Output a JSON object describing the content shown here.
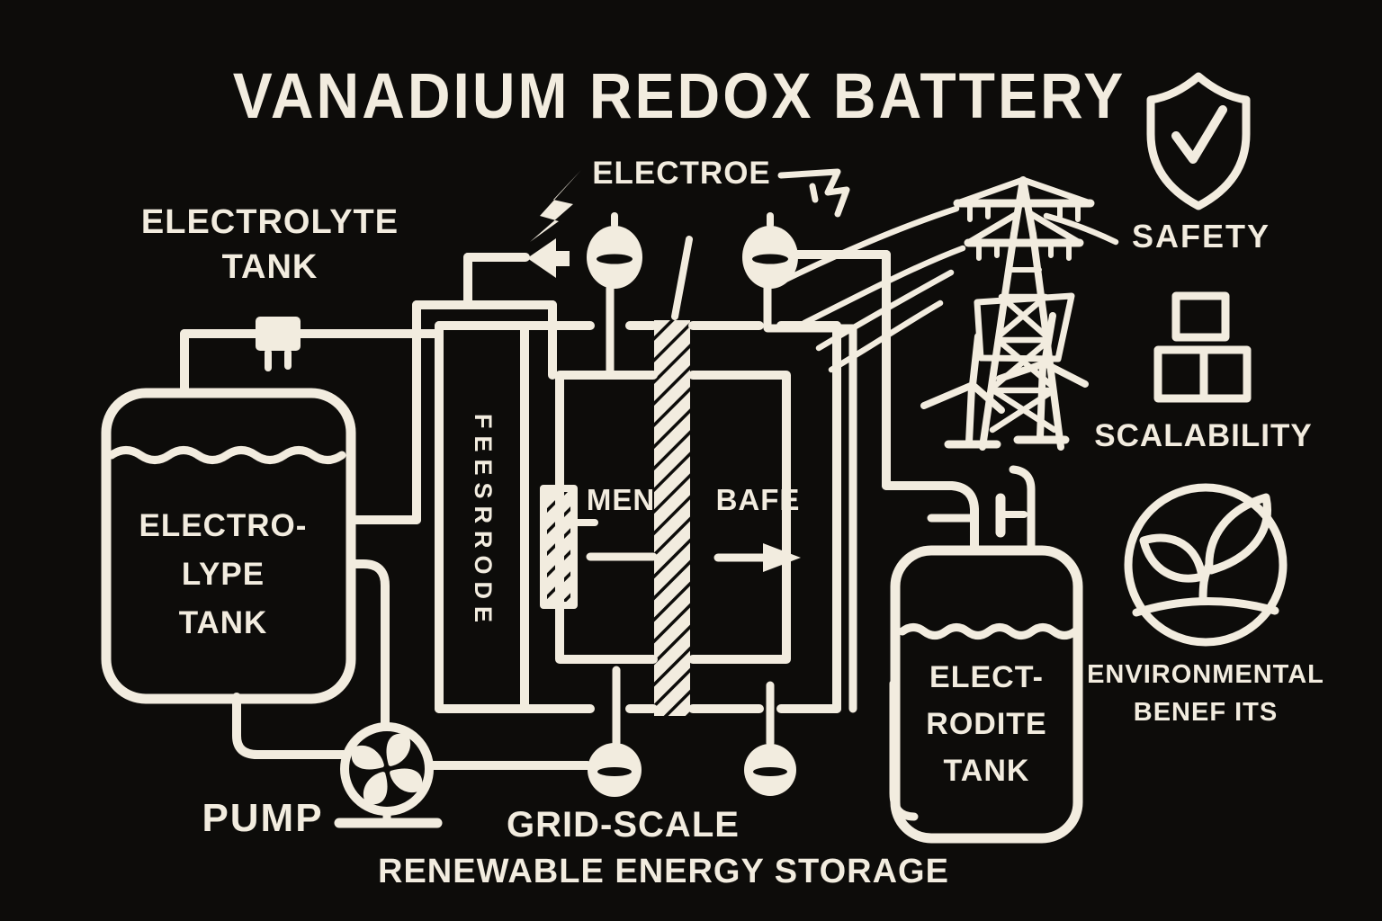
{
  "colors": {
    "background": "#0d0c0a",
    "ink": "#f2ecdf"
  },
  "title": "VANADIUM REDOX BATTERY",
  "left_tank": {
    "label": [
      "ELECTROLYTE",
      "TANK"
    ],
    "body": [
      "ELECTRO-",
      "LYPE",
      "TANK"
    ]
  },
  "cell": {
    "top_label": "ELECTROE",
    "side_label": "FEESRRODE",
    "left_label": "MEN",
    "right_label": "BAFE"
  },
  "right_tank": {
    "body": [
      "ELECT-",
      "RODITE",
      "TANK"
    ]
  },
  "pump_label": "PUMP",
  "footer": {
    "line1": "GRID-SCALE",
    "line2": "RENEWABLE ENERGY STORAGE"
  },
  "features": {
    "safety": "SAFETY",
    "scalability": "SCALABILITY",
    "environmental": [
      "ENVIRONMENTAL",
      "BENEF ITS"
    ]
  },
  "icons": [
    "lightning-bolt-icon",
    "left-arrow-icon",
    "valve-icon",
    "pump-circle-icon",
    "membrane-hatch-icon",
    "electrode-plate-icon",
    "flow-arrow-icon",
    "fan-pump-icon",
    "transmission-tower-icon",
    "power-lines-icon",
    "wind-turbine-icon",
    "shield-check-icon",
    "stacked-blocks-icon",
    "sprout-circle-icon"
  ]
}
